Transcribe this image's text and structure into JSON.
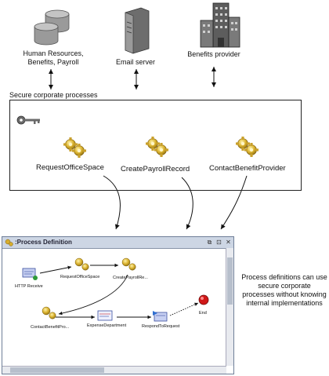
{
  "sources": [
    {
      "label": "Human Resources,\nBenefits, Payroll",
      "icon": "database-icon"
    },
    {
      "label": "Email server",
      "icon": "server-icon"
    },
    {
      "label": "Benefits provider",
      "icon": "office-building-icon"
    }
  ],
  "secure": {
    "title": "Secure corporate processes",
    "key_icon": "key-icon",
    "processes": [
      "RequestOfficeSpace",
      "CreatePayrollRecord",
      "ContactBenefitProvider"
    ]
  },
  "process_window": {
    "title": ":Process Definition",
    "controls": [
      "⧉",
      "⊡",
      "✕"
    ],
    "nodes": [
      {
        "label": "HTTP Receive"
      },
      {
        "label": "RequestOfficeSpace"
      },
      {
        "label": "CreatePayrollRe..."
      },
      {
        "label": "ContactBenefitPro..."
      },
      {
        "label": "ExpenseDepartment"
      },
      {
        "label": "RespondToRequest"
      },
      {
        "label": "End"
      }
    ]
  },
  "caption": "Process definitions can use secure corporate processes without knowing internal implementations",
  "colors": {
    "gear": "#c8a12a",
    "end_node": "#d01818",
    "title_bar": "#cdd6e4"
  }
}
